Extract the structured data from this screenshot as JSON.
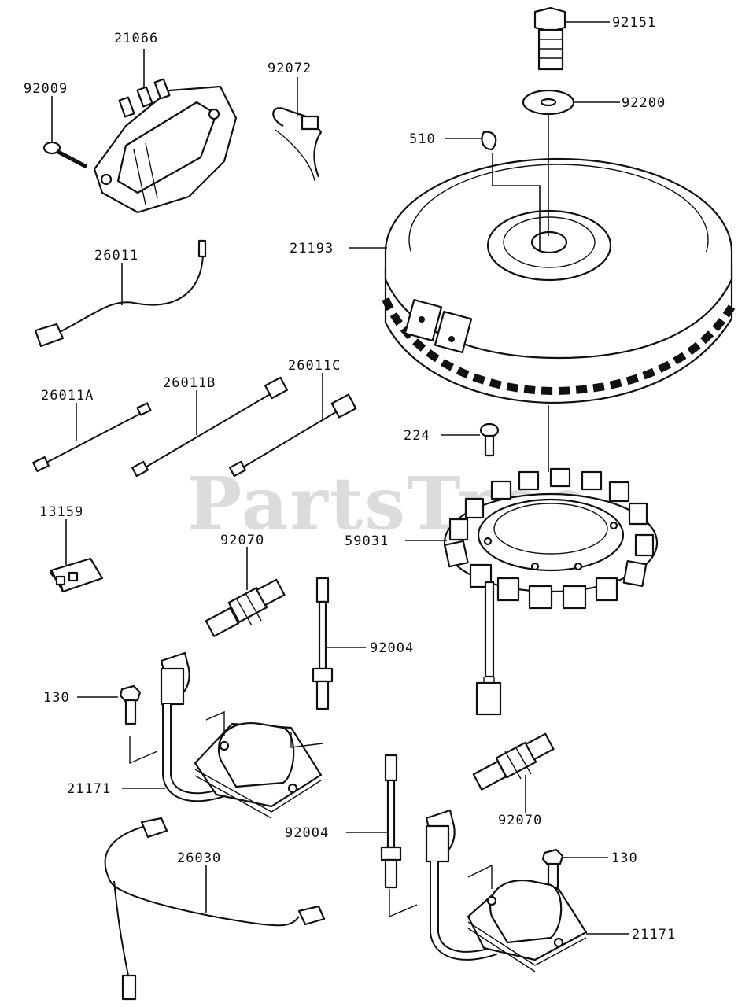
{
  "watermark": "PartsTree",
  "labels": {
    "p21066": "21066",
    "p92009": "92009",
    "p92072": "92072",
    "p92151": "92151",
    "p92200": "92200",
    "p510": "510",
    "p21193": "21193",
    "p26011": "26011",
    "p26011A": "26011A",
    "p26011B": "26011B",
    "p26011C": "26011C",
    "p224": "224",
    "p59031": "59031",
    "p13159": "13159",
    "p92070a": "92070",
    "p92004a": "92004",
    "p130a": "130",
    "p21171a": "21171",
    "p26030": "26030",
    "p92004b": "92004",
    "p92070b": "92070",
    "p130b": "130",
    "p21171b": "21171"
  }
}
